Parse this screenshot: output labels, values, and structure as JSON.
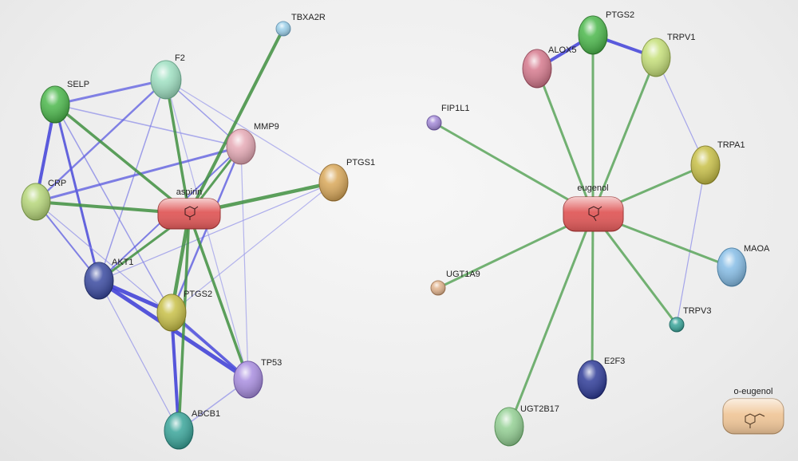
{
  "left_network": {
    "compound": "aspirin",
    "proteins": [
      "TBXA2R",
      "F2",
      "SELP",
      "MMP9",
      "PTGS1",
      "CRP",
      "AKT1",
      "PTGS2",
      "TP53",
      "ABCB1"
    ]
  },
  "right_network": {
    "compound": "eugenol",
    "proteins": [
      "PTGS2",
      "ALOX5",
      "TRPV1",
      "FIP1L1",
      "TRPA1",
      "UGT1A9",
      "MAOA",
      "TRPV3",
      "E2F3",
      "UGT2B17"
    ]
  },
  "isolated": {
    "compound": "o-eugenol"
  },
  "node_colors": {
    "compound": "#e05a5a",
    "TBXA2R": "#9cd0ea",
    "F2": "#9fe0c2",
    "SELP": "#4cb84c",
    "MMP9": "#e6aab6",
    "PTGS1": "#d9a85a",
    "CRP": "#b6d67a",
    "AKT1": "#3a4aa0",
    "PTGS2_left": "#c8c048",
    "TP53": "#a98ee0",
    "ABCB1": "#3aa59a",
    "PTGS2_right": "#4cb84c",
    "ALOX5": "#d67a8e",
    "TRPV1": "#c6e07a",
    "FIP1L1": "#a48ad8",
    "TRPA1": "#c8c048",
    "UGT1A9": "#e2b48e",
    "MAOA": "#86bde6",
    "TRPV3": "#3aa59a",
    "E2F3": "#2f3c98",
    "UGT2B17": "#94d094",
    "isolated": "#f0c79a"
  },
  "edge_colors": {
    "chemical_protein": "#3f8f3f",
    "protein_protein": "#5b5be0"
  }
}
